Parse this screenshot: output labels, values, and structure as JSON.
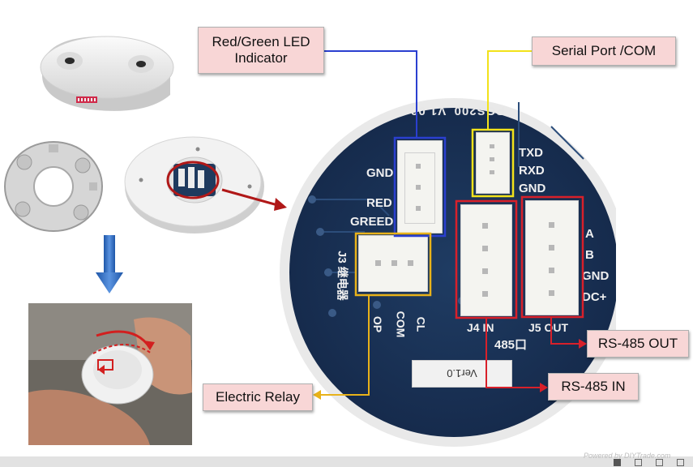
{
  "callouts": {
    "led": "Red/Green LED Indicator",
    "serial": "Serial Port /COM",
    "relay": "Electric Relay",
    "rs485_out": "RS-485 OUT",
    "rs485_in": "RS-485 IN"
  },
  "pcb": {
    "board_mark": "PGS200_V1.02",
    "led_pins": [
      "GND",
      "RED",
      "GREED"
    ],
    "com_pins": [
      "TXD",
      "RXD",
      "GND"
    ],
    "out_pins": [
      "A",
      "B",
      "GND",
      "DC+"
    ],
    "relay_pins": [
      "COM",
      "OP",
      "CL"
    ],
    "relay_header": "J3 继电器",
    "in_label": "J4 IN",
    "out_label": "J5 OUT",
    "port_485": "485口",
    "version": "Ver1.0"
  },
  "watermark": "Powered by DIYTrade.com",
  "colors": {
    "led_line": "#2a3fd0",
    "serial_line": "#f2e21a",
    "relay_line": "#e8b21a",
    "rs485_line": "#d8202a",
    "arrow": "#b01818",
    "down_arrow": "#2f6fc6",
    "pcb": "#1c3558",
    "callout_bg": "#f8d6d6"
  },
  "icons": [
    "down-arrow-icon",
    "rotate-arrow-icon",
    "pointer-arrow-icon"
  ]
}
